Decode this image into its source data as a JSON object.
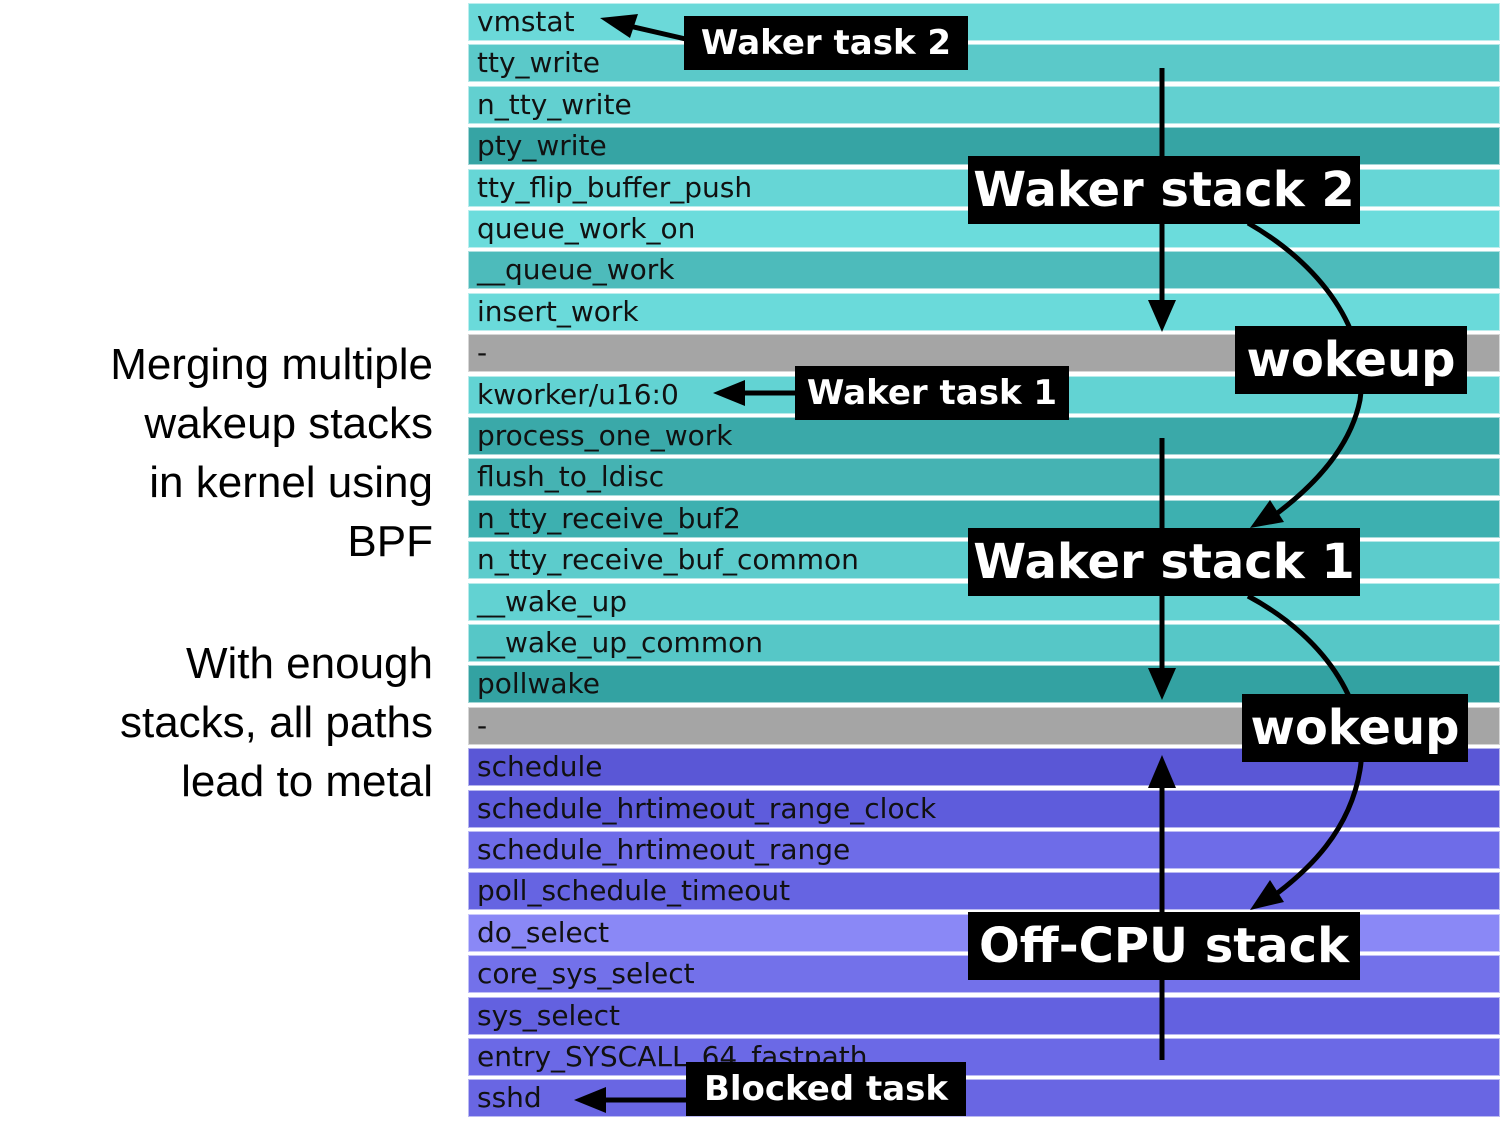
{
  "caption": {
    "lines_1": [
      "Merging multiple",
      "wakeup stacks",
      "in kernel using",
      "BPF"
    ],
    "lines_2": [
      "With enough",
      "stacks, all paths",
      "lead to metal"
    ]
  },
  "frames": [
    {
      "name": "vmstat",
      "color": "#6bd9d9"
    },
    {
      "name": "tty_write",
      "color": "#5bc9c9"
    },
    {
      "name": "n_tty_write",
      "color": "#62d0d0"
    },
    {
      "name": "pty_write",
      "color": "#36a4a4"
    },
    {
      "name": "tty_flip_buffer_push",
      "color": "#66d6d6"
    },
    {
      "name": "queue_work_on",
      "color": "#6bdcdc"
    },
    {
      "name": "__queue_work",
      "color": "#4dbbbb"
    },
    {
      "name": "insert_work",
      "color": "#6adada"
    },
    {
      "name": "-",
      "color": "#a5a5a5"
    },
    {
      "name": "kworker/u16:0",
      "color": "#62d3d3"
    },
    {
      "name": "process_one_work",
      "color": "#3aa9a9"
    },
    {
      "name": "flush_to_ldisc",
      "color": "#45b3b3"
    },
    {
      "name": "n_tty_receive_buf2",
      "color": "#3db0b0"
    },
    {
      "name": "n_tty_receive_buf_common",
      "color": "#5ccccc"
    },
    {
      "name": "__wake_up",
      "color": "#62d2d2"
    },
    {
      "name": "__wake_up_common",
      "color": "#56c7c7"
    },
    {
      "name": "pollwake",
      "color": "#33a2a2"
    },
    {
      "name": "-",
      "color": "#a5a5a5"
    },
    {
      "name": "schedule",
      "color": "#5a57d6"
    },
    {
      "name": "schedule_hrtimeout_range_clock",
      "color": "#5e5cdc"
    },
    {
      "name": "schedule_hrtimeout_range",
      "color": "#6e6ce8"
    },
    {
      "name": "poll_schedule_timeout",
      "color": "#6664e2"
    },
    {
      "name": "do_select",
      "color": "#8a88f6"
    },
    {
      "name": "core_sys_select",
      "color": "#7371ea"
    },
    {
      "name": "sys_select",
      "color": "#6361e0"
    },
    {
      "name": "entry_SYSCALL_64_fastpath",
      "color": "#6b69e6"
    },
    {
      "name": "sshd",
      "color": "#6966e3"
    }
  ],
  "labels": {
    "waker_task_2": "Waker task 2",
    "waker_stack_2": "Waker stack 2",
    "wokeup_1": "wokeup",
    "waker_task_1": "Waker task 1",
    "waker_stack_1": "Waker stack 1",
    "wokeup_2": "wokeup",
    "offcpu_stack": "Off-CPU stack",
    "blocked_task": "Blocked task"
  }
}
